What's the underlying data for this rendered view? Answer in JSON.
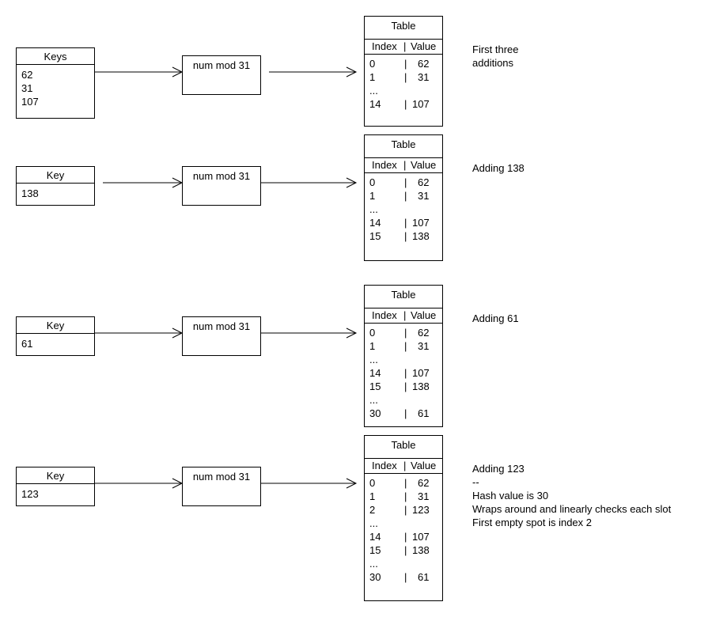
{
  "rows": [
    {
      "key_header": "Keys",
      "keys": [
        "62",
        "31",
        "107"
      ],
      "function_label": "num mod 31",
      "table_title": "Table",
      "index_header": "Index",
      "value_header": "Value",
      "table_rows": [
        {
          "index": "0",
          "value": "62"
        },
        {
          "index": "1",
          "value": "31"
        },
        {
          "index": "...",
          "value": ""
        },
        {
          "index": "14",
          "value": "107"
        }
      ],
      "note": [
        "First three",
        "additions"
      ]
    },
    {
      "key_header": "Key",
      "keys": [
        "138"
      ],
      "function_label": "num mod 31",
      "table_title": "Table",
      "index_header": "Index",
      "value_header": "Value",
      "table_rows": [
        {
          "index": "0",
          "value": "62"
        },
        {
          "index": "1",
          "value": "31"
        },
        {
          "index": "...",
          "value": ""
        },
        {
          "index": "14",
          "value": "107"
        },
        {
          "index": "15",
          "value": "138"
        }
      ],
      "note": [
        "Adding 138"
      ]
    },
    {
      "key_header": "Key",
      "keys": [
        "61"
      ],
      "function_label": "num mod 31",
      "table_title": "Table",
      "index_header": "Index",
      "value_header": "Value",
      "table_rows": [
        {
          "index": "0",
          "value": "62"
        },
        {
          "index": "1",
          "value": "31"
        },
        {
          "index": "...",
          "value": ""
        },
        {
          "index": "14",
          "value": "107"
        },
        {
          "index": "15",
          "value": "138"
        },
        {
          "index": "...",
          "value": ""
        },
        {
          "index": "30",
          "value": "61"
        }
      ],
      "note": [
        "Adding 61"
      ]
    },
    {
      "key_header": "Key",
      "keys": [
        "123"
      ],
      "function_label": "num mod 31",
      "table_title": "Table",
      "index_header": "Index",
      "value_header": "Value",
      "table_rows": [
        {
          "index": "0",
          "value": "62"
        },
        {
          "index": "1",
          "value": "31"
        },
        {
          "index": "2",
          "value": "123"
        },
        {
          "index": "...",
          "value": ""
        },
        {
          "index": "14",
          "value": "107"
        },
        {
          "index": "15",
          "value": "138"
        },
        {
          "index": "...",
          "value": ""
        },
        {
          "index": "30",
          "value": "61"
        }
      ],
      "note": [
        "Adding 123",
        "--",
        "Hash value is 30",
        "Wraps around and linearly checks each slot",
        "First empty spot is index 2"
      ]
    }
  ]
}
